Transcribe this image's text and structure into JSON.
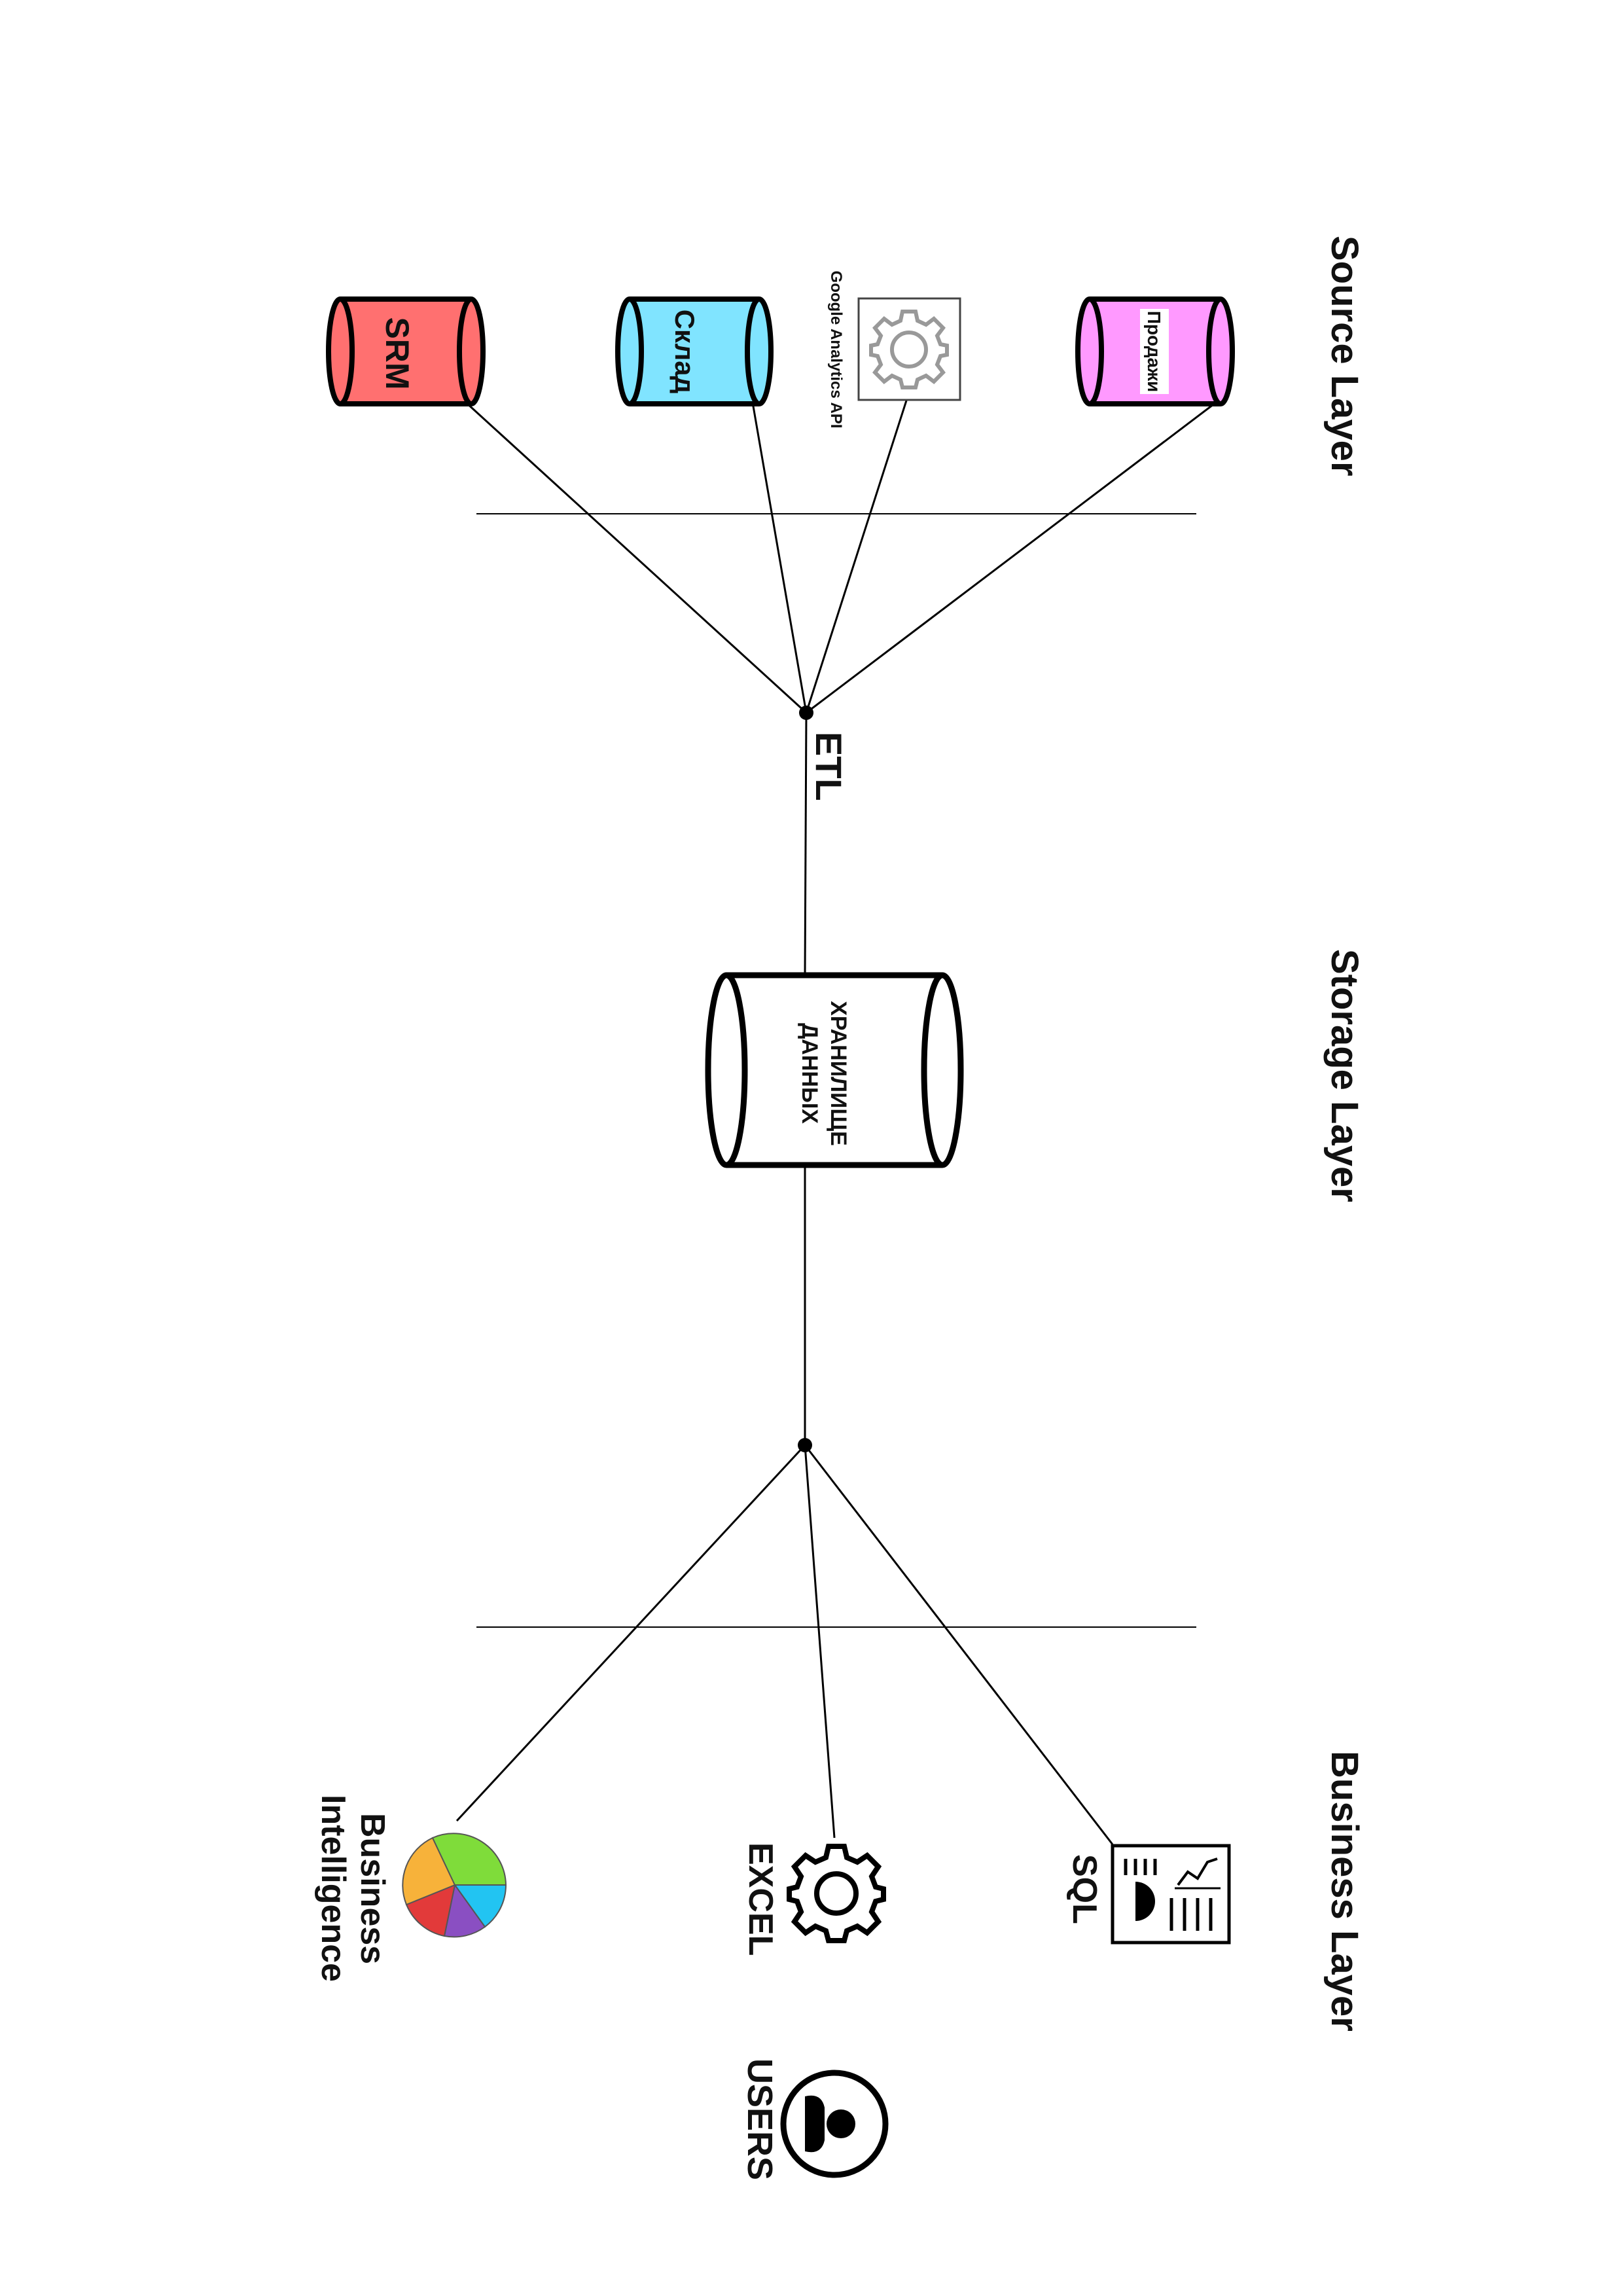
{
  "layers": {
    "source": "Source Layer",
    "storage": "Storage Layer",
    "business": "Business Layer"
  },
  "sources": {
    "srm": "SRM",
    "sklad": "Склад",
    "google_analytics": "Google Analytics API",
    "prodazhi": "Продажи"
  },
  "etl": "ETL",
  "warehouse": {
    "line1": "ХРАНИЛИЩЕ",
    "line2": "ДАННЫХ"
  },
  "consumers": {
    "bi_line1": "Business",
    "bi_line2": "Intelligence",
    "excel": "EXCEL",
    "sql": "SQL"
  },
  "users": "USERS",
  "colors": {
    "srm": "#ff7070",
    "sklad": "#80e4ff",
    "prodazhi": "#ff99ff",
    "gear_gray": "#999999",
    "line": "#000000"
  },
  "icons": {
    "google_analytics": "gear-icon",
    "excel": "gear-icon",
    "sql": "report-document-icon",
    "bi": "pie-chart-icon",
    "users": "user-circle-icon"
  }
}
